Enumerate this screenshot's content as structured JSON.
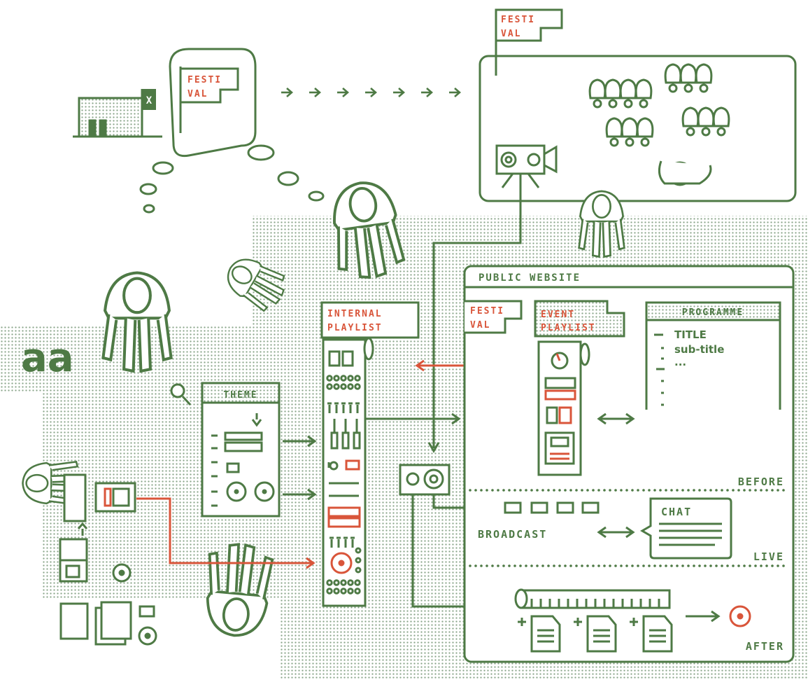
{
  "colors": {
    "green": "#4e7a45",
    "red": "#d9553a",
    "dots": "#8aa58a"
  },
  "festival_flag_top": [
    "FESTI",
    "VAL"
  ],
  "festival_flag_bubble": [
    "FESTI",
    "VAL"
  ],
  "festival_flag_site": [
    "FESTI",
    "VAL"
  ],
  "building_sign": "X",
  "typeface_sample": "aa",
  "theme_label": "THEME",
  "internal_playlist": [
    "INTERNAL",
    "PLAYLIST"
  ],
  "event_playlist": [
    "EVENT",
    "PLAYLIST"
  ],
  "public_website": "PUBLIC WEBSITE",
  "programme": {
    "header": "PROGRAMME",
    "lines": [
      "TITLE",
      "sub-title",
      "..."
    ]
  },
  "sections": {
    "before": "BEFORE",
    "live": "LIVE",
    "after": "AFTER"
  },
  "broadcast_label": "BROADCAST",
  "chat_label": "CHAT"
}
